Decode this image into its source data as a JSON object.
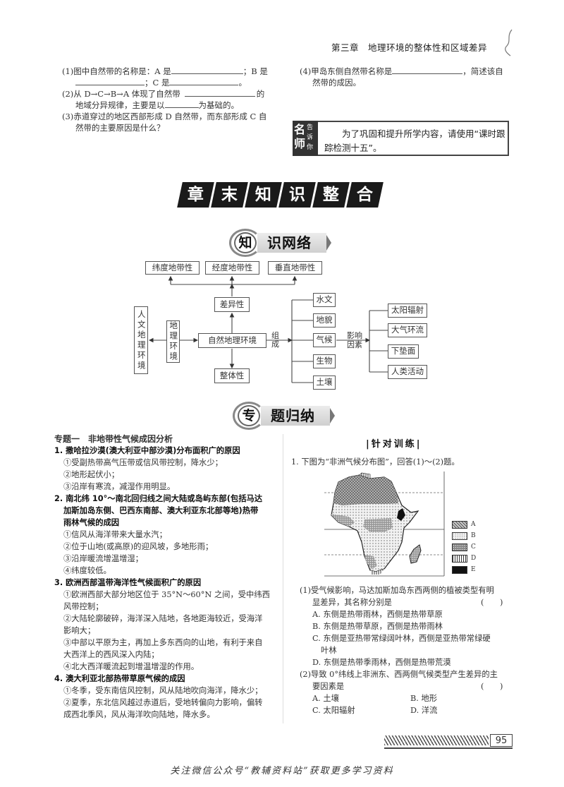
{
  "header": {
    "running_title": "第三章　地理环境的整体性和区域差异"
  },
  "top_left_questions": {
    "q1_line1_pre": "(1)图中自然带的名称是：A 是",
    "q1_line1_mid": "；B 是",
    "q1_line2_mid": "；C 是",
    "q1_line2_end": "。",
    "q2_line1_pre": "(2)从 D→C→B→A 体现了自然带",
    "q2_line1_end": "的",
    "q2_line2_pre": "地域分异规律，主要是以",
    "q2_line2_end": "为基础的。",
    "q3_line1": "(3)赤道穿过的地区西部形成 D 自然带，而东部形成 C 自",
    "q3_line2": "然带的主要原因是什么？"
  },
  "top_right_questions": {
    "q4_line1_pre": "(4)甲岛东侧自然带名称是",
    "q4_line1_end": "，简述该自",
    "q4_line2": "然带的成因。"
  },
  "teacher_tip": {
    "badge_big": "名师",
    "badge_small": "告诉你",
    "text": "为了巩固和提升所学内容，请使用“课时跟踪检测十五”。"
  },
  "chapter_banner": {
    "chars": [
      "章",
      "末",
      "知",
      "识",
      "整",
      "合"
    ]
  },
  "section_knowledge_network": {
    "first_char": "知",
    "rest": "识网络"
  },
  "mind_map": {
    "top_boxes": [
      "纬度地带性",
      "经度地带性",
      "垂直地带性"
    ],
    "difference": "差异性",
    "integrity": "整体性",
    "human_env": "人文地理环境",
    "geo_env": "地理环境",
    "natural_env": "自然地理环境",
    "compose_label": "组成",
    "components": [
      "水文",
      "地貌",
      "气候",
      "生物",
      "土壤"
    ],
    "factors_label_1": "影响",
    "factors_label_2": "因素",
    "factors": [
      "太阳辐射",
      "大气环流",
      "下垫面",
      "人类活动"
    ]
  },
  "section_topic_summary": {
    "first_char": "专",
    "rest": "题归纳"
  },
  "topic_one": {
    "heading": "专题一　非地带性气候成因分析",
    "items": [
      {
        "title": "1. 撒哈拉沙漠(澳大利亚中部沙漠)分布面积广的原因",
        "points": [
          "①受副热带高气压带或信风带控制，降水少；",
          "②地形起伏小；",
          "③沿岸有寒流，减湿作用明显。"
        ]
      },
      {
        "title_lines": [
          "2. 南北纬 10°～南北回归线之间大陆或岛屿东部(包括马达",
          "加斯加岛东侧、巴西东南部、澳大利亚东北部等地)热带",
          "雨林气候的成因"
        ],
        "points": [
          "①信风从海洋带来大量水汽；",
          "②位于山地(或高原)的迎风坡，多地形雨；",
          "③沿岸暖流增温增湿；",
          "④纬度较低。"
        ]
      },
      {
        "title": "3. 欧洲西部温带海洋性气候面积广的原因",
        "point_lines": [
          "①欧洲西部大部分地区位于 35°N～60°N 之间，受中纬西",
          "风带控制；",
          "②大陆轮廓破碎，海洋深入陆地，各地距海较近，受海洋",
          "影响大；",
          "③中部以平原为主，再加上多东西向的山地，有利于来自",
          "大西洋上的西风深入内陆；",
          "④北大西洋暖流起到增温增湿的作用。"
        ]
      },
      {
        "title": "4. 澳大利亚北部热带草原气候的成因",
        "point_lines": [
          "①冬季，受东南信风控制，风从陆地吹向海洋，降水少；",
          "②夏季，东北信风越过赤道后，受地转偏向力影响，偏转",
          "成西北季风，风从海洋吹向陆地，降水多。"
        ]
      }
    ]
  },
  "practice": {
    "title": "|针对训练|",
    "intro": "1. 下图为“非洲气候分布图”，回答(1)～(2)题。",
    "map_legend": [
      {
        "label": "A",
        "pattern": "cross-hatch"
      },
      {
        "label": "B",
        "pattern": "light-dots"
      },
      {
        "label": "C",
        "pattern": "dense-dots"
      },
      {
        "label": "D",
        "pattern": "vertical-lines"
      },
      {
        "label": "E",
        "pattern": "solid-black"
      }
    ],
    "q1": {
      "stem_lines": [
        "(1)受气候影响，马达加斯加岛东西两侧的植被类型有明",
        "显差异，其名称分别是"
      ],
      "paren": "(　　)",
      "options": [
        "A. 东侧是热带雨林，西侧是热带草原",
        "B. 东侧是热带草原，西侧是热带雨林",
        "C. 东侧是亚热带常绿阔叶林，西侧是亚热带常绿硬",
        "叶林",
        "D. 东侧是热带季雨林，西侧是热带荒漠"
      ]
    },
    "q2": {
      "stem_lines": [
        "(2)导致 0°纬线上非洲东、西两侧气候类型产生差异的主",
        "要因素是"
      ],
      "paren": "(　　)",
      "options": [
        "A. 土壤",
        "B. 地形",
        "C. 太阳辐射",
        "D. 洋流"
      ]
    }
  },
  "footer": {
    "page_number": "95",
    "note": "关注微信公众号“教辅资料站”获取更多学习资料"
  }
}
